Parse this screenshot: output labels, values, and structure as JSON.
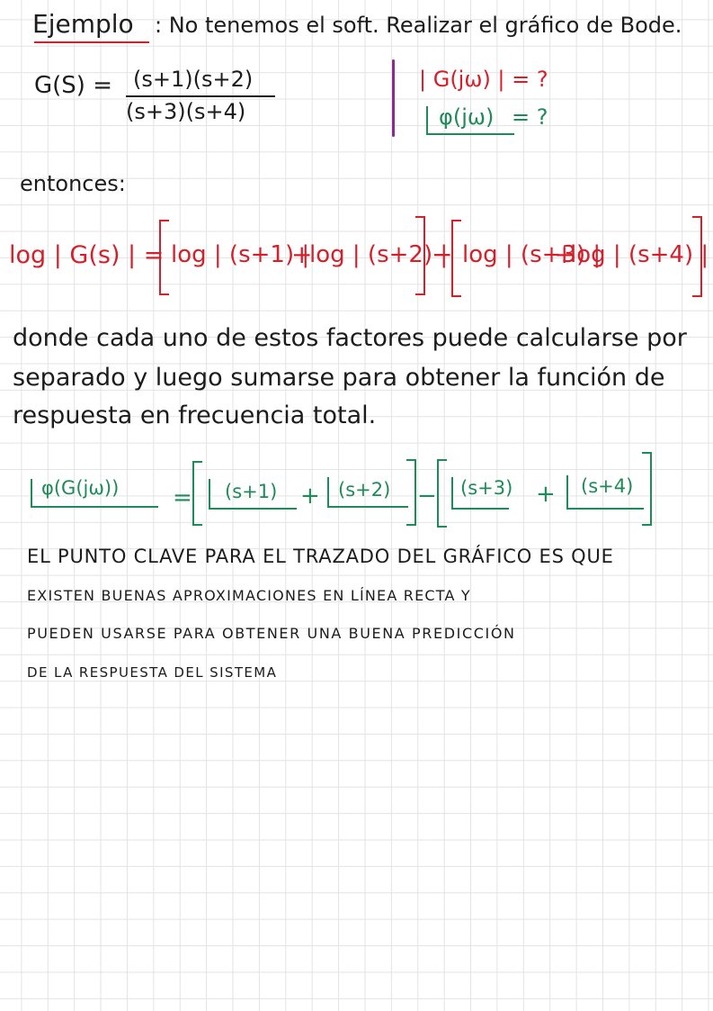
{
  "heading": {
    "title": "Ejemplo",
    "rest": ": No tenemos el soft. Realizar el gráfico de Bode."
  },
  "transfer": {
    "lhs": "G(S) =",
    "numerator": "(s+1)(s+2)",
    "denominator": "(s+3)(s+4)"
  },
  "questions": {
    "magnitude": "| G(jω) |",
    "magnitude_q": "= ?",
    "phase": "φ(jω)",
    "phase_q": "= ?"
  },
  "entonces": "entonces:",
  "log_eq": {
    "lhs": "log | G(s) | =",
    "t1": "log | (s+1) |",
    "plus1": "+",
    "t2": "log | (s+2) |",
    "minus": "−",
    "t3": "log | (s+3) |",
    "plus2": "+",
    "t4": "log | (s+4) |"
  },
  "paragraph": [
    "donde cada uno de estos factores puede calcularse por",
    "separado y luego sumarse para obtener la función de",
    "respuesta en frecuencia total."
  ],
  "phase_eq": {
    "lhs": "φ(G(jω))",
    "eq": "=",
    "t1": "(s+1)",
    "plus1": "+",
    "t2": "(s+2)",
    "minus": "−",
    "t3": "(s+3)",
    "plus2": "+",
    "t4": "(s+4)"
  },
  "caps": [
    "EL PUNTO CLAVE PARA EL TRAZADO DEL GRÁFICO ES QUE",
    "EXISTEN BUENAS APROXIMACIONES EN LÍNEA RECTA Y",
    "PUEDEN USARSE PARA OBTENER UNA BUENA PREDICCIÓN",
    "DE LA RESPUESTA DEL SISTEMA"
  ],
  "colors": {
    "ink": "#1c1c1c",
    "red": "#d51f2a",
    "green": "#1f8a5a",
    "purple": "#8a2b8e",
    "grid": "#e3e3e3"
  }
}
